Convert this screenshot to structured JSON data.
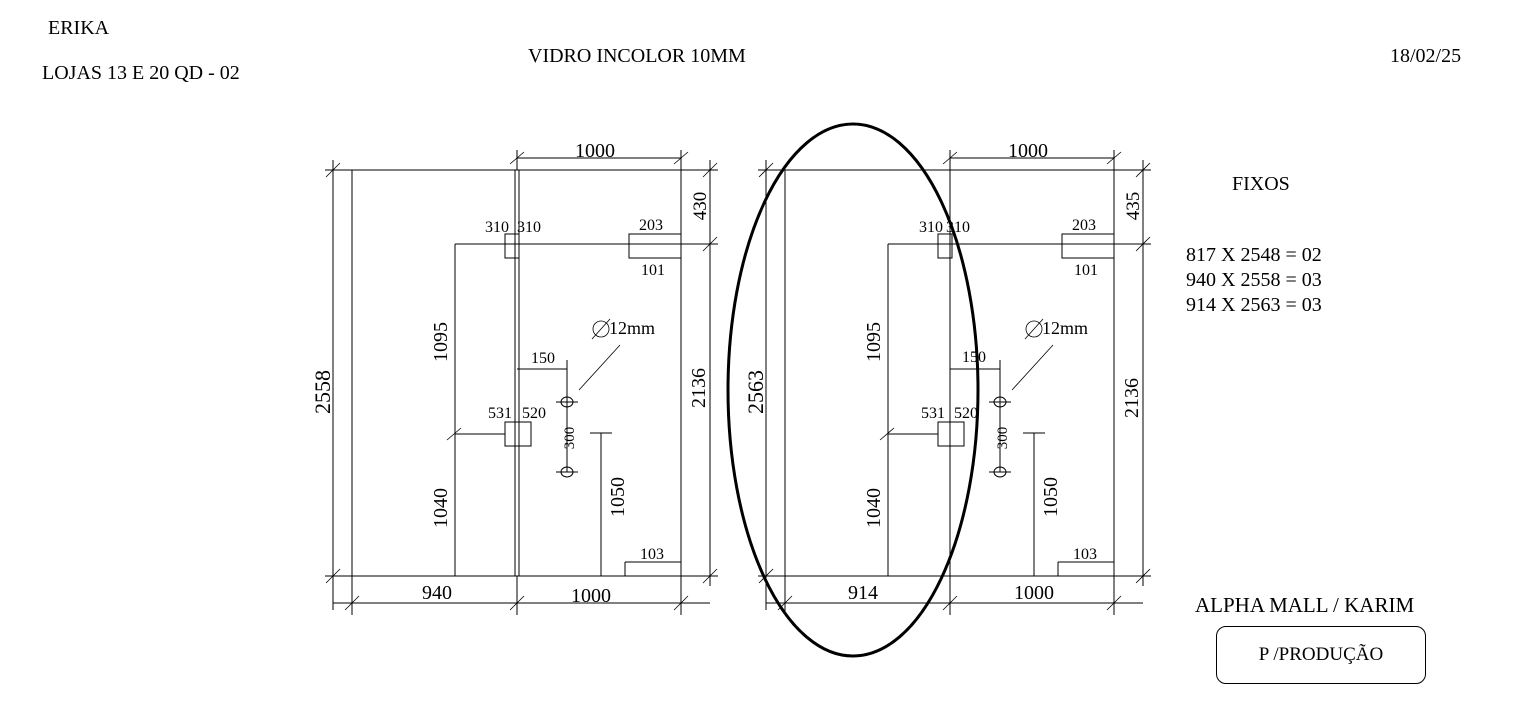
{
  "header": {
    "client_name": "ERIKA",
    "location": "LOJAS   13 E 20  QD - 02",
    "material": "VIDRO INCOLOR 10MM",
    "date": "18/02/25"
  },
  "panel_left": {
    "top_width": "1000",
    "top_height": "430",
    "total_height": "2558",
    "right_height": "2136",
    "handle_height_upper": "1095",
    "handle_height_lower": "1040",
    "lock_height": "1050",
    "hinge_top_left": "310",
    "hinge_top_right": "310",
    "hinge_mid_left": "531",
    "hinge_mid_right": "520",
    "notch_top_w": "203",
    "notch_top_h": "101",
    "notch_bottom": "103",
    "hole_offset": "150",
    "hole_spacing": "300",
    "hole_diameter": "12mm",
    "bottom_left_width": "940",
    "bottom_right_width": "1000"
  },
  "panel_right": {
    "top_width": "1000",
    "top_height": "435",
    "total_height": "2563",
    "right_height": "2136",
    "handle_height_upper": "1095",
    "handle_height_lower": "1040",
    "lock_height": "1050",
    "hinge_top_left": "310",
    "hinge_top_right": "310",
    "hinge_mid_left": "531",
    "hinge_mid_right": "520",
    "notch_top_w": "203",
    "notch_top_h": "101",
    "notch_bottom": "103",
    "hole_offset": "150",
    "hole_spacing": "300",
    "hole_diameter": "12mm",
    "bottom_left_width": "914",
    "bottom_right_width": "1000"
  },
  "fixos": {
    "title": "FIXOS",
    "items": [
      "817 X 2548 = 02",
      "940 X 2558 = 03",
      "914 X 2563 = 03"
    ]
  },
  "footer": {
    "client": "ALPHA MALL / KARIM",
    "stamp": "P /PRODUÇÃO"
  }
}
